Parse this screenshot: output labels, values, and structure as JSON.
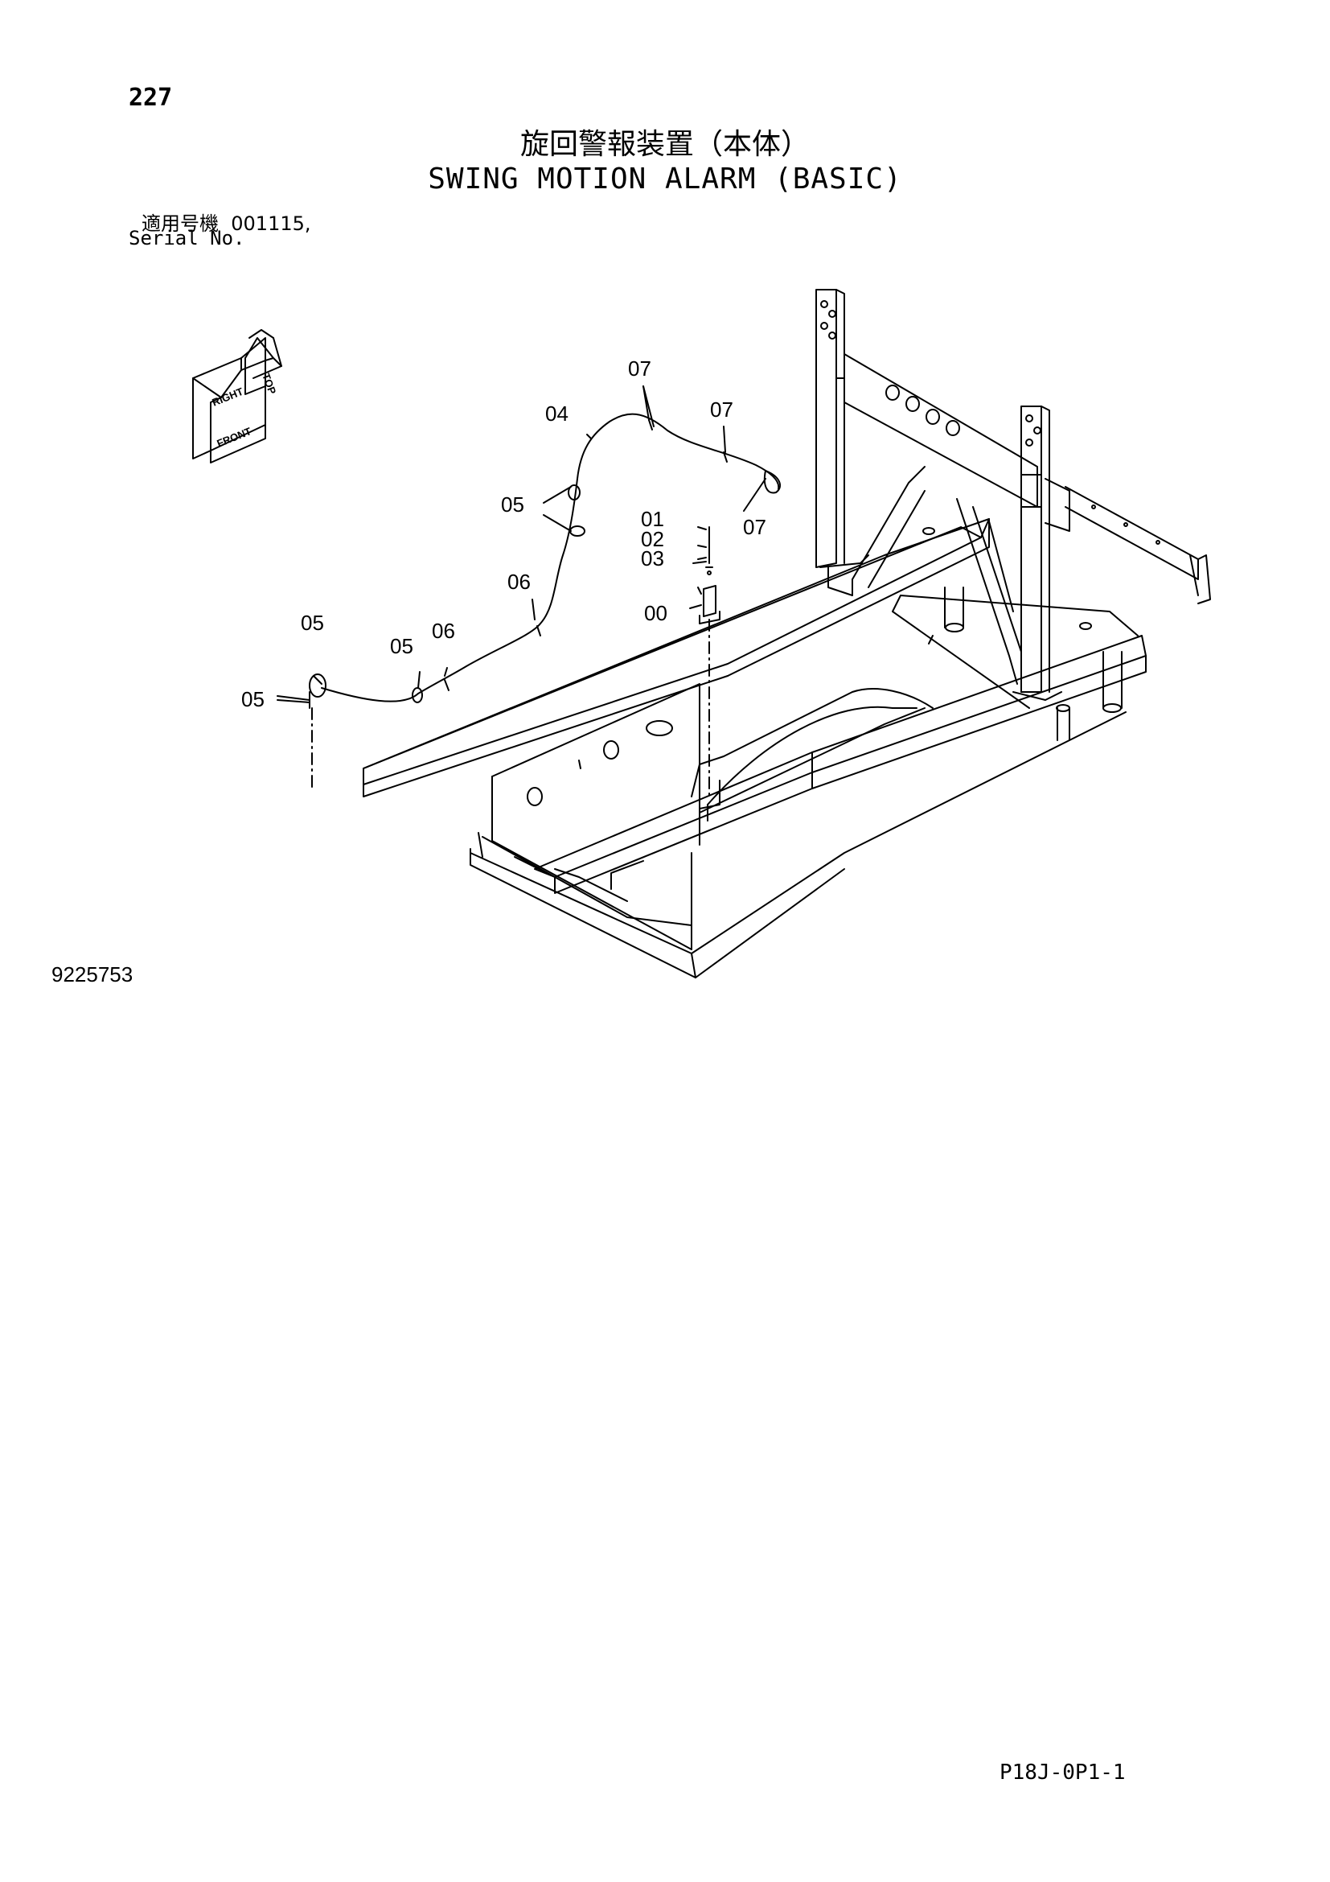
{
  "header": {
    "page_number": "227",
    "title_jp": "旋回警報装置（本体）",
    "title_en": "SWING MOTION ALARM (BASIC)",
    "serial_label_jp": "適用号機",
    "serial_value": "001115,",
    "serial_label_en": "Serial No."
  },
  "orientation_indicator": {
    "top": "TOP",
    "right": "RIGHT",
    "front": "FRONT"
  },
  "callouts": {
    "c00": "00",
    "c01": "01",
    "c02": "02",
    "c03": "03",
    "c04": "04",
    "c05a": "05",
    "c05b": "05",
    "c05c": "05",
    "c05d": "05",
    "c06a": "06",
    "c06b": "06",
    "c07a": "07",
    "c07b": "07",
    "c07c": "07"
  },
  "footer": {
    "drawing_number": "9225753",
    "page_code": "P18J-0P1-1"
  }
}
